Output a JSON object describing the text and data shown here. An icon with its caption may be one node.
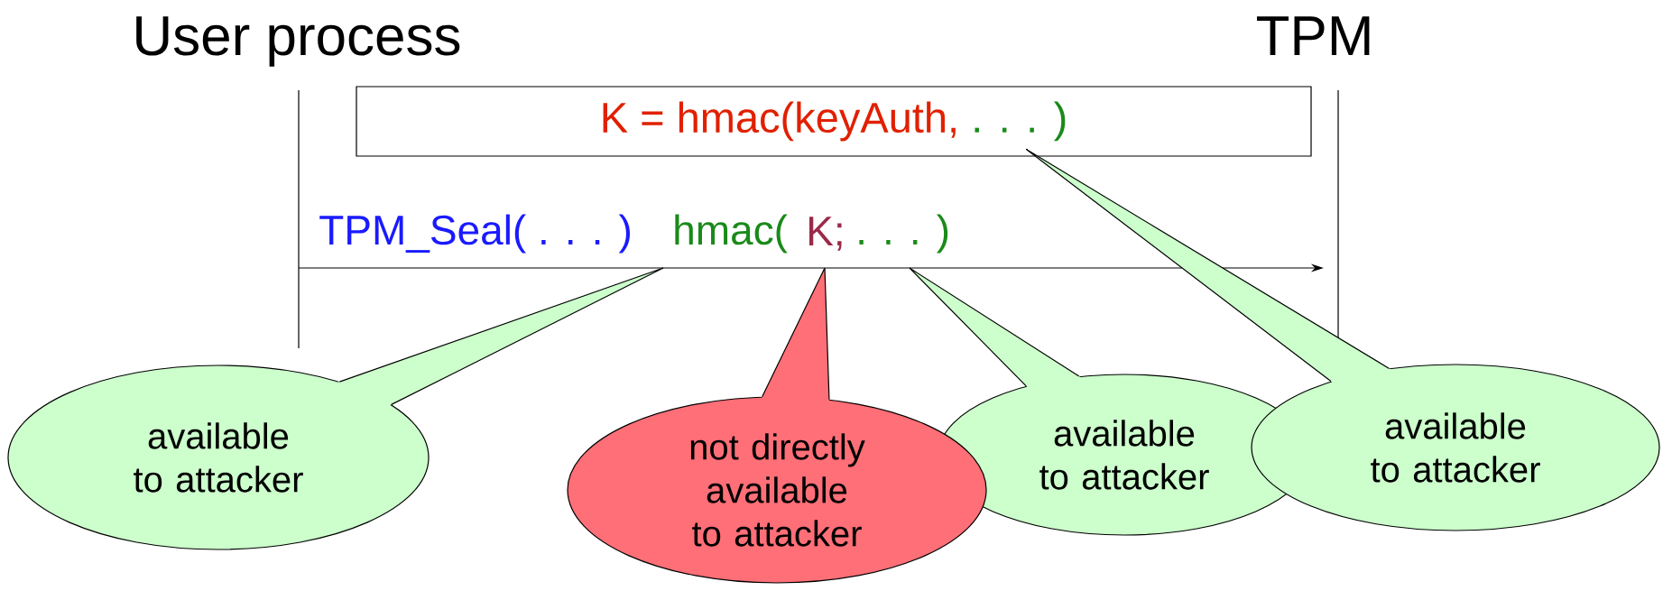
{
  "diagram": {
    "nodes": [
      {
        "text": [
          "User process"
        ]
      },
      {
        "text": [
          "TPM"
        ]
      },
      {
        "text": [
          "K = hmac(keyAuth,",
          ". . . )"
        ]
      },
      {
        "text": [
          "available to attacker"
        ]
      },
      {
        "text": [
          "not directly available to attacker"
        ]
      },
      {
        "text": [
          "available to attacker"
        ]
      },
      {
        "text": [
          "available to attacker"
        ]
      }
    ],
    "edges": [
      {
        "from": 0,
        "to": null,
        "arrow": "to"
      },
      {
        "from": 3,
        "to": null,
        "arrow": "none"
      },
      {
        "from": 4,
        "to": null,
        "arrow": "none"
      },
      {
        "from": 5,
        "to": null,
        "arrow": "none"
      },
      {
        "from": 6,
        "to": 2,
        "arrow": "none"
      }
    ],
    "labels": [
      "TPM_Seal( . . . )",
      "hmac(",
      "K;",
      ". . . )"
    ]
  }
}
